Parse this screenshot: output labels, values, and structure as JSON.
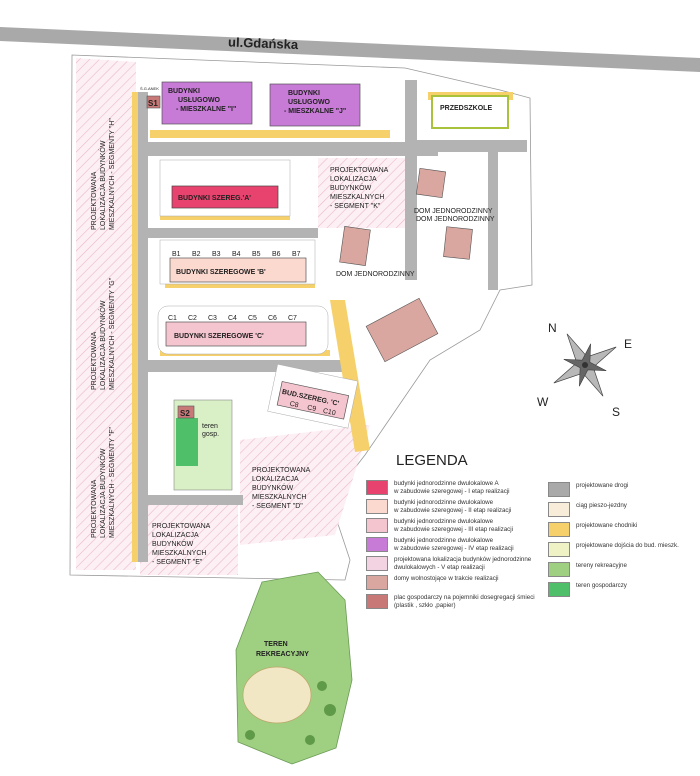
{
  "street": "ul.Gdańska",
  "buildings": {
    "i": [
      "BUDYNKI",
      "USŁUGOWO",
      "- MIESZKALNE \"I\""
    ],
    "j": [
      "BUDYNKI",
      "USŁUGOWO",
      "- MIESZKALNE \"J\""
    ],
    "a": "BUDYNKI SZEREG.'A'",
    "b": "BUDYNKI SZEREGOWE 'B'",
    "c": "BUDYNKI SZEREGOWE 'C'",
    "c_small": "BUD.SZEREG. 'C'",
    "przedszkole": "PRZEDSZKOLE"
  },
  "b_units": [
    "B1",
    "B2",
    "B3",
    "B4",
    "B5",
    "B6",
    "B7"
  ],
  "c_units": [
    "C1",
    "C2",
    "C3",
    "C4",
    "C5",
    "C6",
    "C7"
  ],
  "c_small_units": [
    "C8",
    "C9",
    "C10"
  ],
  "markers": {
    "s1": "S1",
    "s2": "S2",
    "s1_note": "Ś.G.ANEK"
  },
  "teren_gosp": [
    "teren",
    "gosp."
  ],
  "dom": {
    "d1": "DOM JEDNORODZINNY",
    "d2": "DOM JEDNORODZINNY",
    "d3": "DOM JEDNORODZINNY"
  },
  "segments": {
    "h": [
      "PROJEKTOWANA",
      "LOKALIZACJA BUDYNKÓW",
      "MIESZKALNYCH - SEGMENTY \"H\""
    ],
    "g": [
      "PROJEKTOWANA",
      "LOKALIZACJA BUDYNKÓW",
      "MIESZKALNYCH - SEGMENTY \"G\""
    ],
    "f": [
      "PROJEKTOWANA",
      "LOKALIZACJA BUDYNKÓW",
      "MIESZKALNYCH - SEGMENTY \"F\""
    ],
    "k": [
      "PROJEKTOWANA",
      "LOKALIZACJA",
      "BUDYNKÓW",
      "MIESZKALNYCH",
      "- SEGMENT \"K\""
    ],
    "d": [
      "PROJEKTOWANA",
      "LOKALIZACJA",
      "BUDYNKÓW",
      "MIESZKALNYCH",
      "- SEGMENT \"D\""
    ],
    "e": [
      "PROJEKTOWANA",
      "LOKALIZACJA",
      "BUDYNKÓW",
      "MIESZKALNYCH",
      "- SEGMENT \"E\""
    ]
  },
  "rekreacja": [
    "TEREN",
    "REKREACYJNY"
  ],
  "compass": {
    "n": "N",
    "e": "E",
    "s": "S",
    "w": "W"
  },
  "legend": {
    "title": "LEGENDA",
    "left": [
      {
        "color": "#e8426e",
        "lines": [
          "budynki jednorodzinne dwulokalowe A",
          "w zabudowie szeregowej - I etap realizacji"
        ]
      },
      {
        "color": "#fbd9cf",
        "lines": [
          "budynki jednorodzinne dwulokalowe",
          "w zabudowie szeregowej - II etap realizacji"
        ]
      },
      {
        "color": "#f5c5cf",
        "lines": [
          "budynki jednorodzinne dwulokalowe",
          "w zabudowie szeregowej - III etap realizacji"
        ]
      },
      {
        "color": "#c77ad6",
        "lines": [
          "budynki jednorodzinne dwulokalowe",
          "w zabudowie szeregowej - IV etap realizacji"
        ]
      },
      {
        "color": "#f3d3e2",
        "lines": [
          "projektowana lokalizacja budynków jednorodzinne",
          "dwulokalowych - V etap realizacji"
        ]
      },
      {
        "color": "#d9a7a0",
        "lines": [
          "domy wolnostojące w trakcie realizacji"
        ]
      },
      {
        "color": "#c97878",
        "lines": [
          "plac gospodarczy na pojemniki dosegregacji śmieci",
          "(plastik , szkło ,papier)"
        ]
      }
    ],
    "right": [
      {
        "color": "#a9a9a9",
        "lines": [
          "projektowane drogi"
        ]
      },
      {
        "color": "#f7edd8",
        "lines": [
          "ciąg pieszo-jezdny"
        ]
      },
      {
        "color": "#f6d06a",
        "lines": [
          "projektowane chodniki"
        ]
      },
      {
        "color": "#eef2c4",
        "lines": [
          "projektowane dojścia do bud. mieszk."
        ]
      },
      {
        "color": "#9fcf80",
        "lines": [
          "tereny rekreacyjne"
        ]
      },
      {
        "color": "#4fbf6a",
        "lines": [
          "teren gospodarczy"
        ]
      }
    ]
  }
}
